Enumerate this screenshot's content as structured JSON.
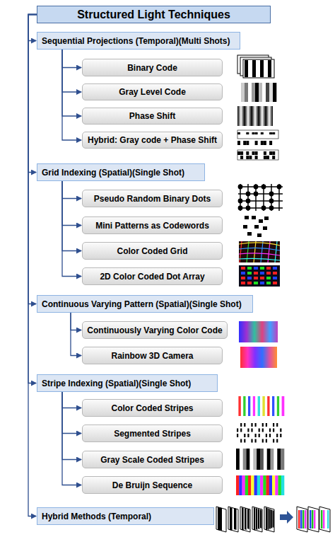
{
  "diagram": {
    "nodes": [
      {
        "text": [
          "Structured Light Techniques"
        ]
      },
      {
        "text": [
          "Sequential Projections (Temporal)(Multi Shots)"
        ]
      },
      {
        "text": [
          "Binary Code"
        ]
      },
      {
        "text": [
          "Gray Level Code"
        ]
      },
      {
        "text": [
          "Phase Shift"
        ]
      },
      {
        "text": [
          "Hybrid: Gray code + Phase Shift"
        ]
      },
      {
        "text": [
          "Grid Indexing (Spatial)(Single Shot)"
        ]
      },
      {
        "text": [
          "Pseudo Random Binary Dots"
        ]
      },
      {
        "text": [
          "Mini Patterns as Codewords"
        ]
      },
      {
        "text": [
          "Color Coded Grid"
        ]
      },
      {
        "text": [
          "2D Color Coded Dot Array"
        ]
      },
      {
        "text": [
          "Continuous Varying Pattern (Spatial)(Single Shot)"
        ]
      },
      {
        "text": [
          "Continuously Varying Color Code"
        ]
      },
      {
        "text": [
          "Rainbow 3D Camera"
        ]
      },
      {
        "text": [
          "Stripe Indexing (Spatial)(Single Shot)"
        ]
      },
      {
        "text": [
          "Color Coded Stripes"
        ]
      },
      {
        "text": [
          "Segmented Stripes"
        ]
      },
      {
        "text": [
          "Gray Scale Coded Stripes"
        ]
      },
      {
        "text": [
          "De Bruijn Sequence"
        ]
      },
      {
        "text": [
          "Hybrid Methods (Temporal)"
        ]
      }
    ],
    "edges": [
      {
        "from": 0,
        "to": 1,
        "arrow": "to"
      },
      {
        "from": 1,
        "to": 2,
        "arrow": "to"
      },
      {
        "from": 1,
        "to": 3,
        "arrow": "to"
      },
      {
        "from": 1,
        "to": 4,
        "arrow": "to"
      },
      {
        "from": 1,
        "to": 5,
        "arrow": "to"
      },
      {
        "from": 0,
        "to": 6,
        "arrow": "to"
      },
      {
        "from": 6,
        "to": 7,
        "arrow": "to"
      },
      {
        "from": 6,
        "to": 8,
        "arrow": "to"
      },
      {
        "from": 6,
        "to": 9,
        "arrow": "to"
      },
      {
        "from": 6,
        "to": 10,
        "arrow": "to"
      },
      {
        "from": 0,
        "to": 11,
        "arrow": "to"
      },
      {
        "from": 11,
        "to": 12,
        "arrow": "to"
      },
      {
        "from": 11,
        "to": 13,
        "arrow": "to"
      },
      {
        "from": 0,
        "to": 14,
        "arrow": "to"
      },
      {
        "from": 14,
        "to": 15,
        "arrow": "to"
      },
      {
        "from": 14,
        "to": 16,
        "arrow": "to"
      },
      {
        "from": 14,
        "to": 17,
        "arrow": "to"
      },
      {
        "from": 14,
        "to": 18,
        "arrow": "to"
      },
      {
        "from": 0,
        "to": 19,
        "arrow": "to"
      }
    ]
  }
}
